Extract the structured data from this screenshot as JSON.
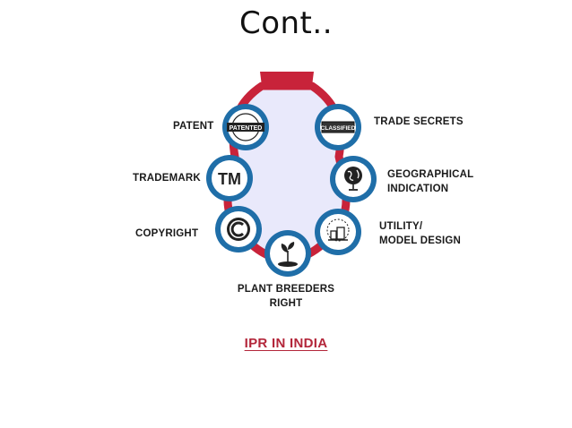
{
  "slide": {
    "title": "Cont..",
    "subtitle": "IPR IN INDIA"
  },
  "colors": {
    "bulb_red": "#c8233a",
    "bulb_fill": "#e9e9fb",
    "ring_blue": "#1f6ea8",
    "text": "#1a1a1a",
    "subtitle_red": "#b3263a"
  },
  "items": [
    {
      "label": "PATENT",
      "icon": "patented-stamp-icon",
      "badge_text": "PATENTED"
    },
    {
      "label": "TRADEMARK",
      "icon": "tm-icon",
      "badge_text": "TM"
    },
    {
      "label": "COPYRIGHT",
      "icon": "copyright-icon"
    },
    {
      "label_line1": "PLANT BREEDERS",
      "label_line2": "RIGHT",
      "icon": "seedling-icon"
    },
    {
      "label_line1": "UTILITY/",
      "label_line2": "MODEL DESIGN",
      "icon": "model-design-icon"
    },
    {
      "label_line1": "GEOGRAPHICAL",
      "label_line2": "INDICATION",
      "icon": "globe-icon"
    },
    {
      "label": "TRADE SECRETS",
      "icon": "classified-stamp-icon",
      "badge_text": "CLASSIFIED"
    }
  ]
}
